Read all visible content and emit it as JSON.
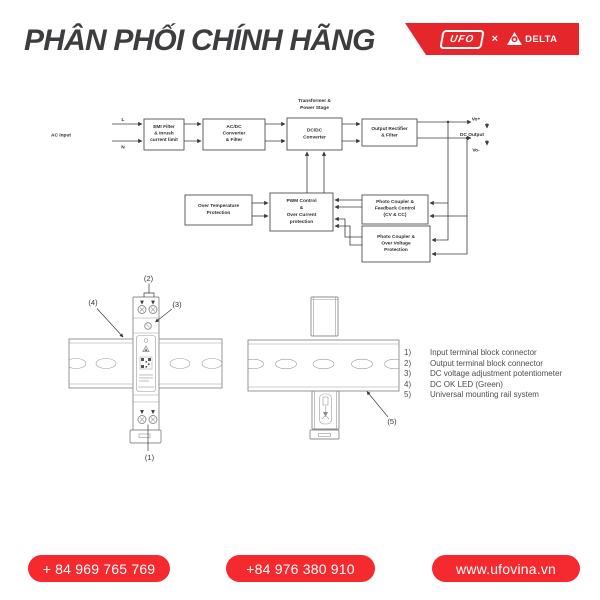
{
  "header": {
    "title": "PHÂN PHỐI CHÍNH HÃNG",
    "ufo_logo": "UFO",
    "cross": "×",
    "delta_logo": "DELTA"
  },
  "colors": {
    "banner_red": "#e5262b",
    "pill_red": "#f42a2e",
    "title_gray": "#3d3d3f"
  },
  "block_diagram": {
    "ac_input": "AC Input",
    "l": "L",
    "n": "N",
    "transformer": [
      "Transformer &",
      "Power Stage"
    ],
    "emi": [
      "EMI Filter",
      "& Inrush",
      "current limit"
    ],
    "acdc": [
      "AC/DC",
      "Converter",
      "& Filter"
    ],
    "dcdc": [
      "DC/DC",
      "Converter"
    ],
    "rectifier": [
      "Output Rectifier",
      "& Filter"
    ],
    "otp": [
      "Over Temperature",
      "Protection"
    ],
    "pwm": [
      "PWM Control",
      "&",
      "Over Current",
      "protection"
    ],
    "pc_feedback": [
      "Photo Coupler &",
      "Feedback Control",
      "(CV & CC)"
    ],
    "pc_overvolt": [
      "Photo Coupler &",
      "Over Voltage",
      "Protection"
    ],
    "vo_plus": "Vo+",
    "dc_output": "DC Output",
    "vo_minus": "Vo-"
  },
  "mounting": {
    "c1": "(1)",
    "c2": "(2)",
    "c3": "(3)",
    "c4": "(4)",
    "c5": "(5)"
  },
  "legend": {
    "items": [
      {
        "n": "1)",
        "t": "Input terminal block connector"
      },
      {
        "n": "2)",
        "t": "Output terminal block connector"
      },
      {
        "n": "3)",
        "t": "DC voltage adjustment potentiometer"
      },
      {
        "n": "4)",
        "t": "DC OK LED (Green)"
      },
      {
        "n": "5)",
        "t": "Universal mounting rail system"
      }
    ]
  },
  "footer": {
    "phone1": "+ 84 969 765 769",
    "phone2": "+84 976 380 910",
    "website": "www.ufovina.vn"
  }
}
